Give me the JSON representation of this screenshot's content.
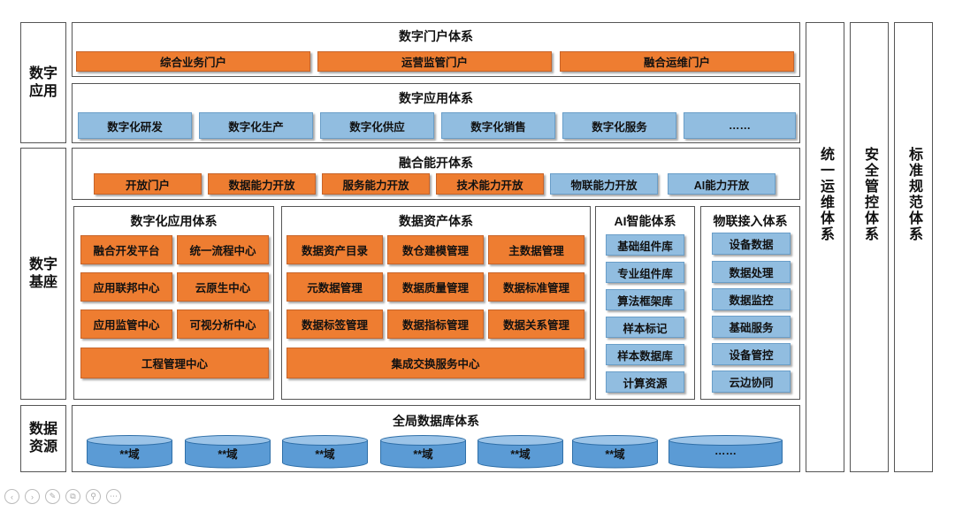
{
  "left_labels": [
    "数字\n应用",
    "数字\n基座",
    "数据\n资源"
  ],
  "right_columns": [
    "统一运维体系",
    "安全管控体系",
    "标准规范体系"
  ],
  "portal": {
    "title": "数字门户体系",
    "items": [
      "综合业务门户",
      "运营监管门户",
      "融合运维门户"
    ]
  },
  "app_system": {
    "title": "数字应用体系",
    "items": [
      "数字化研发",
      "数字化生产",
      "数字化供应",
      "数字化销售",
      "数字化服务",
      "……"
    ]
  },
  "open_system": {
    "title": "融合能开体系",
    "items": [
      "开放门户",
      "数据能力开放",
      "服务能力开放",
      "技术能力开放",
      "物联能力开放",
      "AI能力开放"
    ]
  },
  "digital_app": {
    "title": "数字化应用体系",
    "items": [
      "融合开发平台",
      "统一流程中心",
      "应用联邦中心",
      "云原生中心",
      "应用监管中心",
      "可视分析中心",
      "工程管理中心"
    ]
  },
  "data_asset": {
    "title": "数据资产体系",
    "items": [
      "数据资产目录",
      "数仓建模管理",
      "主数据管理",
      "元数据管理",
      "数据质量管理",
      "数据标准管理",
      "数据标签管理",
      "数据指标管理",
      "数据关系管理",
      "集成交换服务中心"
    ]
  },
  "ai_system": {
    "title": "AI智能体系",
    "items": [
      "基础组件库",
      "专业组件库",
      "算法框架库",
      "样本标记",
      "样本数据库",
      "计算资源"
    ]
  },
  "iot_system": {
    "title": "物联接入体系",
    "items": [
      "设备数据",
      "数据处理",
      "数据监控",
      "基础服务",
      "设备管控",
      "云边协同"
    ]
  },
  "database": {
    "title": "全局数据库体系",
    "items": [
      "**域",
      "**域",
      "**域",
      "**域",
      "**域",
      "**域",
      "……"
    ]
  },
  "toolbar_icons": [
    "prev-icon",
    "next-icon",
    "pen-icon",
    "copy-icon",
    "zoom-icon",
    "more-icon"
  ],
  "colors": {
    "orange": "#ee7d31",
    "blue": "#91bde0",
    "cylinder": "#5b9bd5"
  }
}
